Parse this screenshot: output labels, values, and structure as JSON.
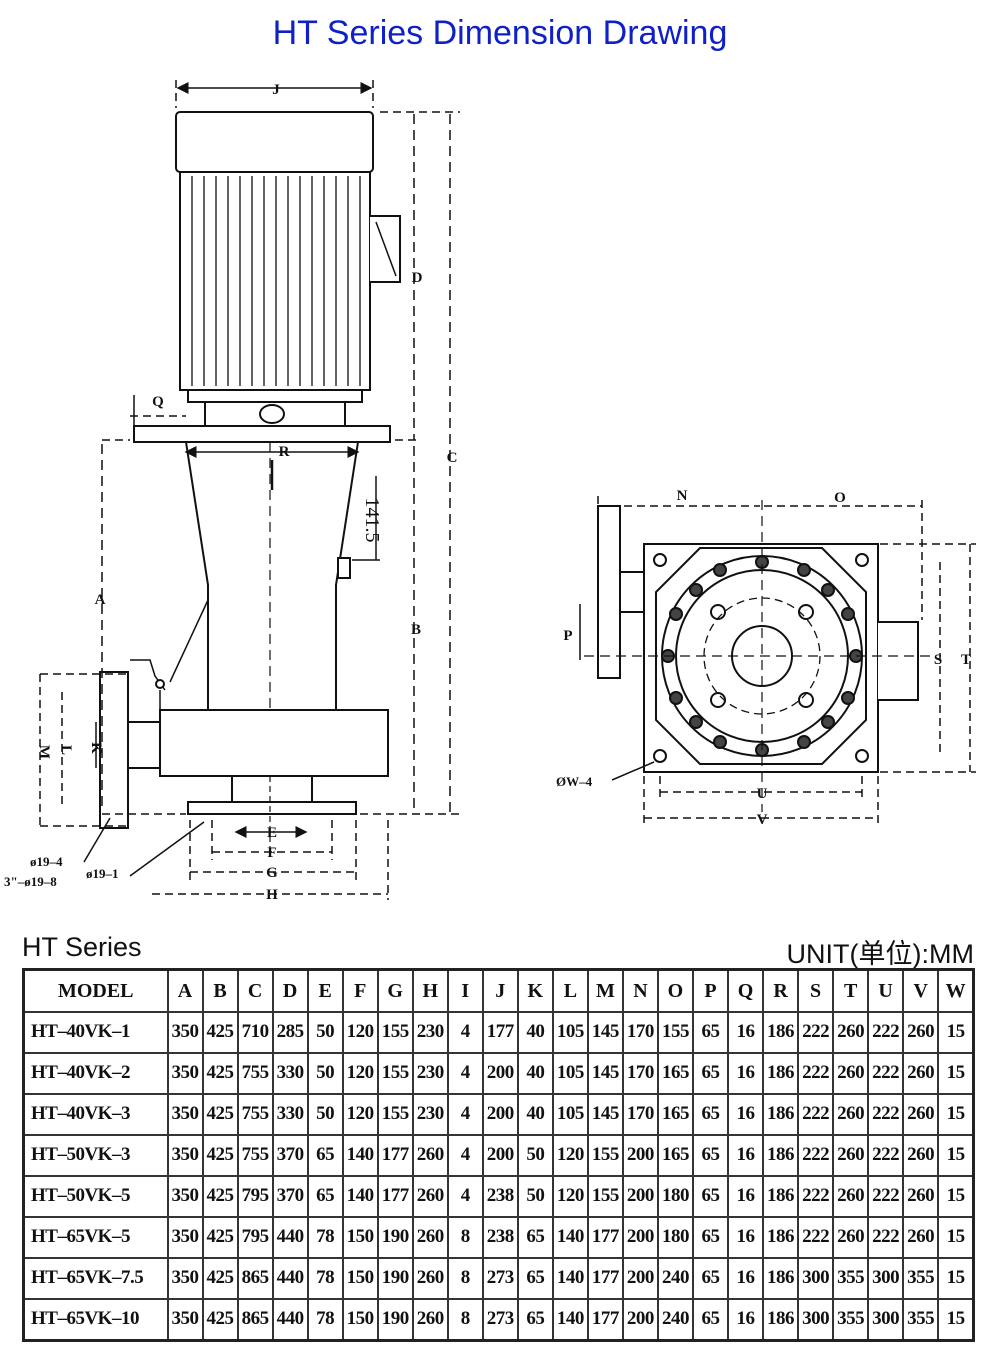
{
  "title": "HT Series Dimension Drawing",
  "side_view_labels": {
    "J": "J",
    "D": "D",
    "C": "C",
    "Q": "Q",
    "R": "R",
    "141_5": "141.5",
    "A": "A",
    "B": "B",
    "M": "M",
    "L": "L",
    "K": "K",
    "E": "E",
    "F": "F",
    "G": "G",
    "H": "H",
    "hole1": "ø19–4",
    "hole2": "3\"–ø19–8",
    "hole3": "ø19–1"
  },
  "top_view_labels": {
    "N": "N",
    "O": "O",
    "P": "P",
    "S": "S",
    "T": "T",
    "W": "ØW–4",
    "U": "U",
    "V": "V"
  },
  "table": {
    "series_label": "HT Series",
    "unit_label": "UNIT(单位):MM",
    "headers": [
      "MODEL",
      "A",
      "B",
      "C",
      "D",
      "E",
      "F",
      "G",
      "H",
      "I",
      "J",
      "K",
      "L",
      "M",
      "N",
      "O",
      "P",
      "Q",
      "R",
      "S",
      "T",
      "U",
      "V",
      "W"
    ],
    "rows": [
      [
        "HT–40VK–1",
        "350",
        "425",
        "710",
        "285",
        "50",
        "120",
        "155",
        "230",
        "4",
        "177",
        "40",
        "105",
        "145",
        "170",
        "155",
        "65",
        "16",
        "186",
        "222",
        "260",
        "222",
        "260",
        "15"
      ],
      [
        "HT–40VK–2",
        "350",
        "425",
        "755",
        "330",
        "50",
        "120",
        "155",
        "230",
        "4",
        "200",
        "40",
        "105",
        "145",
        "170",
        "165",
        "65",
        "16",
        "186",
        "222",
        "260",
        "222",
        "260",
        "15"
      ],
      [
        "HT–40VK–3",
        "350",
        "425",
        "755",
        "330",
        "50",
        "120",
        "155",
        "230",
        "4",
        "200",
        "40",
        "105",
        "145",
        "170",
        "165",
        "65",
        "16",
        "186",
        "222",
        "260",
        "222",
        "260",
        "15"
      ],
      [
        "HT–50VK–3",
        "350",
        "425",
        "755",
        "370",
        "65",
        "140",
        "177",
        "260",
        "4",
        "200",
        "50",
        "120",
        "155",
        "200",
        "165",
        "65",
        "16",
        "186",
        "222",
        "260",
        "222",
        "260",
        "15"
      ],
      [
        "HT–50VK–5",
        "350",
        "425",
        "795",
        "370",
        "65",
        "140",
        "177",
        "260",
        "4",
        "238",
        "50",
        "120",
        "155",
        "200",
        "180",
        "65",
        "16",
        "186",
        "222",
        "260",
        "222",
        "260",
        "15"
      ],
      [
        "HT–65VK–5",
        "350",
        "425",
        "795",
        "440",
        "78",
        "150",
        "190",
        "260",
        "8",
        "238",
        "65",
        "140",
        "177",
        "200",
        "180",
        "65",
        "16",
        "186",
        "222",
        "260",
        "222",
        "260",
        "15"
      ],
      [
        "HT–65VK–7.5",
        "350",
        "425",
        "865",
        "440",
        "78",
        "150",
        "190",
        "260",
        "8",
        "273",
        "65",
        "140",
        "177",
        "200",
        "240",
        "65",
        "16",
        "186",
        "300",
        "355",
        "300",
        "355",
        "15"
      ],
      [
        "HT–65VK–10",
        "350",
        "425",
        "865",
        "440",
        "78",
        "150",
        "190",
        "260",
        "8",
        "273",
        "65",
        "140",
        "177",
        "200",
        "240",
        "65",
        "16",
        "186",
        "300",
        "355",
        "300",
        "355",
        "15"
      ]
    ]
  }
}
